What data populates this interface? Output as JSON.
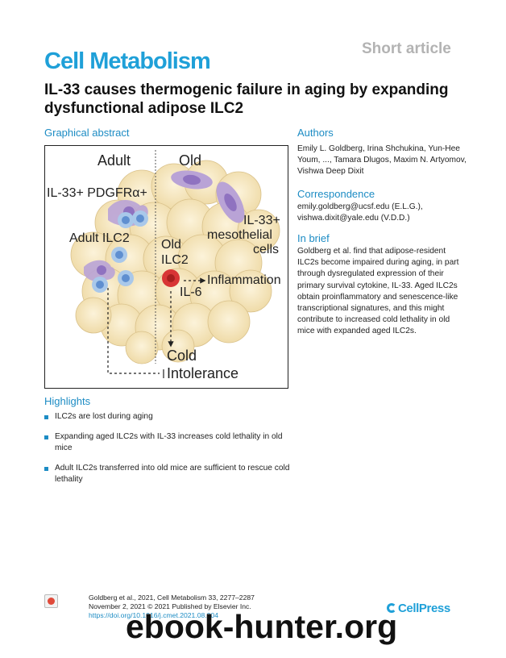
{
  "header": {
    "article_type": "Short article",
    "journal": "Cell Metabolism",
    "title": "IL-33 causes thermogenic failure in aging by expanding dysfunctional adipose ILC2"
  },
  "graphical_abstract": {
    "heading": "Graphical abstract",
    "labels": {
      "adult": "Adult",
      "old": "Old",
      "il33_pdgfra": "IL-33+ PDGFRα+",
      "adult_ilc2": "Adult ILC2",
      "old_ilc2_line1": "Old",
      "old_ilc2_line2": "ILC2",
      "meso_line1": "IL-33+",
      "meso_line2": "mesothelial",
      "meso_line3": "cells",
      "inflammation": "Inflammation",
      "il6": "IL-6",
      "cold": "Cold",
      "intolerance": "Intolerance"
    }
  },
  "authors": {
    "heading": "Authors",
    "text": "Emily L. Goldberg, Irina Shchukina, Yun-Hee Youm, ..., Tamara Dlugos, Maxim N. Artyomov, Vishwa Deep Dixit"
  },
  "correspondence": {
    "heading": "Correspondence",
    "text": "emily.goldberg@ucsf.edu (E.L.G.), vishwa.dixit@yale.edu (V.D.D.)"
  },
  "in_brief": {
    "heading": "In brief",
    "text": "Goldberg et al. find that adipose-resident ILC2s become impaired during aging, in part through dysregulated expression of their primary survival cytokine, IL-33. Aged ILC2s obtain proinflammatory and senescence-like transcriptional signatures, and this might contribute to increased cold lethality in old mice with expanded aged ILC2s."
  },
  "highlights": {
    "heading": "Highlights",
    "items": [
      "ILC2s are lost during aging",
      "Expanding aged ILC2s with IL-33 increases cold lethality in old mice",
      "Adult ILC2s transferred into old mice are sufficient to rescue cold lethality"
    ]
  },
  "footer": {
    "citation_line1": "Goldberg et al., 2021, Cell Metabolism 33, 2277–2287",
    "citation_line2": "November 2, 2021 © 2021 Published by Elsevier Inc.",
    "doi": "https://doi.org/10.1016/j.cmet.2021.08.004",
    "publisher": "CellPress",
    "watermark": "ebook-hunter.org"
  },
  "colors": {
    "accent": "#1d8cc4",
    "journal_blue": "#1fa0d8",
    "adipocyte": "#f6e6bc",
    "ilc2_blue": "#a9c8ea",
    "stromal_purple": "#b9a3d6",
    "old_ilc2_red": "#d83535"
  },
  "icons": [
    "check-for-updates-icon",
    "cellpress-logo-icon"
  ]
}
